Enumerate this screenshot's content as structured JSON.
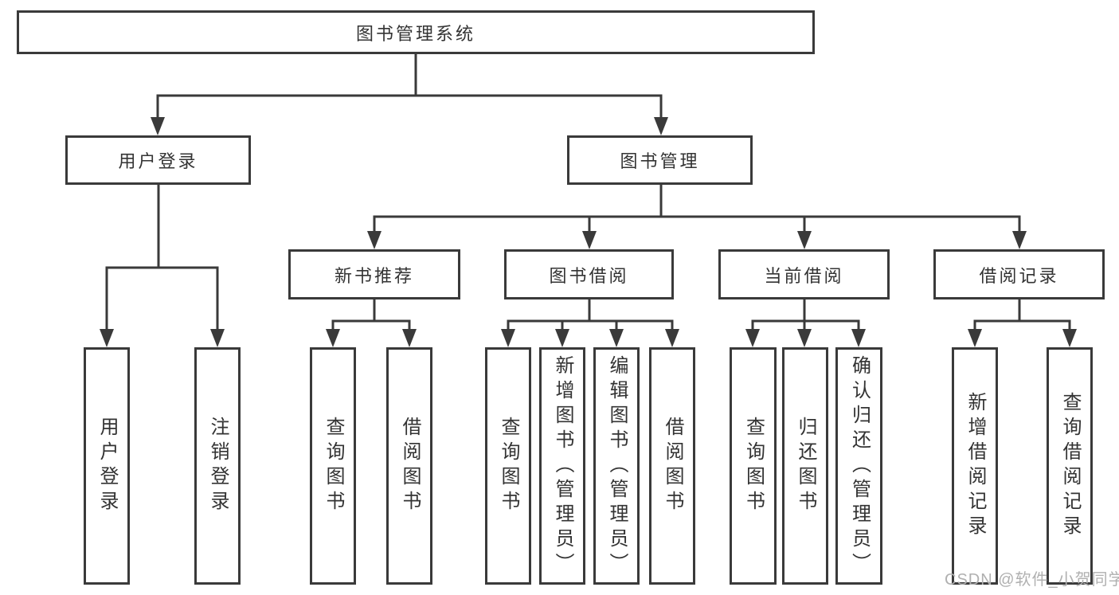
{
  "diagram": {
    "tree": {
      "root": {
        "label": "图书管理系统"
      },
      "branches": [
        {
          "label": "用户登录",
          "children": [
            {
              "label": "用户登录"
            },
            {
              "label": "注销登录"
            }
          ]
        },
        {
          "label": "图书管理",
          "children": [
            {
              "label": "新书推荐",
              "children": [
                {
                  "label": "查询图书"
                },
                {
                  "label": "借阅图书"
                }
              ]
            },
            {
              "label": "图书借阅",
              "children": [
                {
                  "label": "查询图书"
                },
                {
                  "label": "新增图书（管理员）"
                },
                {
                  "label": "编辑图书（管理员）"
                },
                {
                  "label": "借阅图书"
                }
              ]
            },
            {
              "label": "当前借阅",
              "children": [
                {
                  "label": "查询图书"
                },
                {
                  "label": "归还图书"
                },
                {
                  "label": "确认归还（管理员）"
                }
              ]
            },
            {
              "label": "借阅记录",
              "children": [
                {
                  "label": "新增借阅记录"
                },
                {
                  "label": "查询借阅记录"
                }
              ]
            }
          ]
        }
      ]
    }
  },
  "watermark": {
    "text": "CSDN @软件_小贺同学"
  },
  "colors": {
    "line": "#3a3a3a",
    "text": "#333333",
    "watermark": "#b0b0b0",
    "background": "#ffffff"
  }
}
